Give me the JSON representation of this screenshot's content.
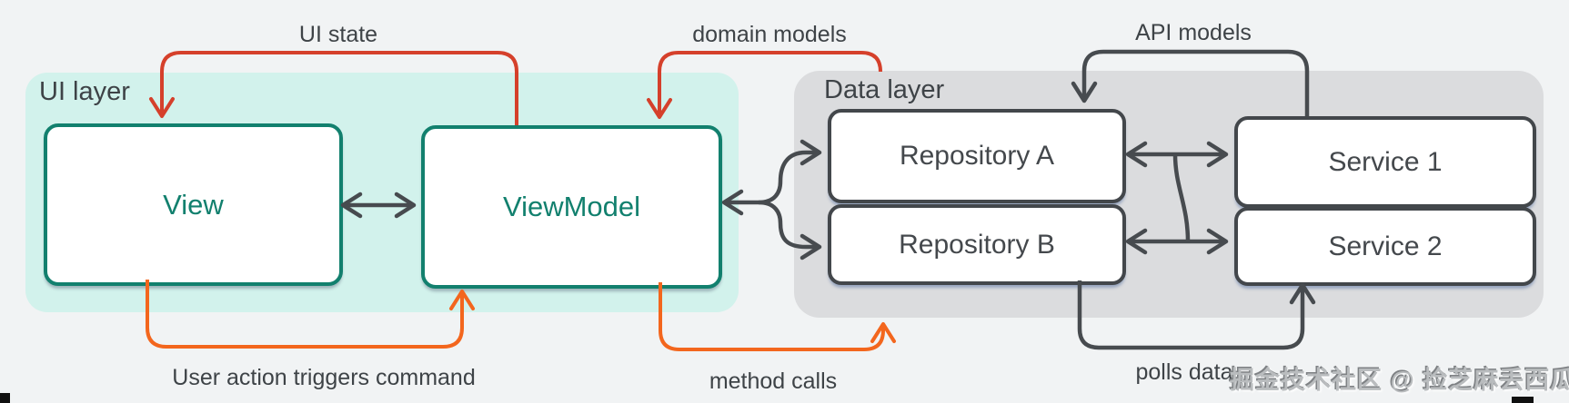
{
  "diagram": {
    "ui_layer": {
      "label": "UI layer",
      "boxes": {
        "view": "View",
        "viewmodel": "ViewModel"
      }
    },
    "data_layer": {
      "label": "Data layer",
      "boxes": {
        "repository_a": "Repository A",
        "repository_b": "Repository B",
        "service_1": "Service 1",
        "service_2": "Service 2"
      }
    },
    "arrows": {
      "ui_state": {
        "label": "UI state",
        "color": "#d5402b",
        "from": "ViewModel",
        "to": "View"
      },
      "domain_models": {
        "label": "domain models",
        "color": "#d5402b",
        "from": "Data layer",
        "to": "ViewModel"
      },
      "api_models": {
        "label": "API models",
        "color": "#474b4f",
        "from": "Service 1",
        "to": "Repository A"
      },
      "user_action": {
        "label": "User action triggers command",
        "color": "#f3661d",
        "from": "View",
        "to": "ViewModel"
      },
      "method_calls": {
        "label": "method calls",
        "color": "#f3661d",
        "from": "ViewModel",
        "to": "Data layer"
      },
      "polls_data": {
        "label": "polls data",
        "color": "#474b4f",
        "from": "Repository B",
        "to": "Service 2"
      }
    },
    "watermark": "掘金技术社区 @ 捡芝麻丢西瓜",
    "colors": {
      "teal": "#12806e",
      "ui_panel_bg": "#d2f2ec",
      "data_panel_bg": "#dbdcde",
      "dark": "#474b4f",
      "red": "#d5402b",
      "orange": "#f3661d",
      "background": "#f1f3f4",
      "text": "#3e4347"
    }
  }
}
